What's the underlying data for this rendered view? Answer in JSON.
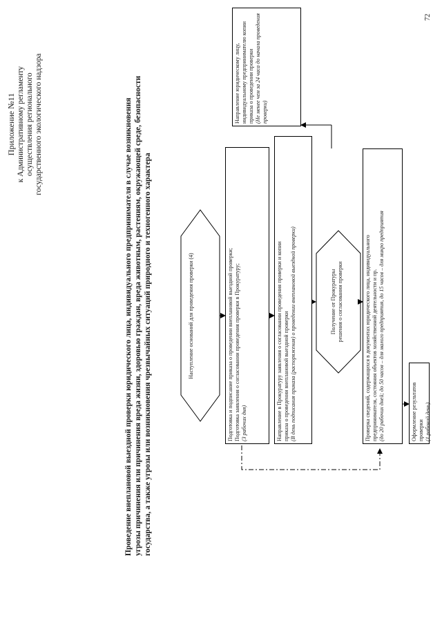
{
  "page_number": "72",
  "appendix": {
    "title": "Приложение №11",
    "lines": [
      "к Административному регламенту",
      "осуществления регионального",
      "государственного экологического надзора"
    ]
  },
  "heading": "Проведение внеплановой выездной проверки юридического лица, индивидуального предпринимателя в случае возникновения угрозы причинения или причинения вреда жизни, здоровью граждан, вреда животным, растениям, окружающей среде, безопасности государства, а также угрозы или возникновения чрезвычайных ситуаций природного и техногенного характера",
  "steps": {
    "start": "Наступление оснований для проведения проверки (4)",
    "prepare": {
      "line1": "Подготовка и подписание приказа о проведении внеплановой выездной проверки;",
      "line2": "Подготовка заявления о согласовании проведения проверки в Прокуратуру;",
      "term": "(3 рабочих дня)"
    },
    "send": {
      "line1": "Направление в Прокуратуру заявления о согласовании проведения проверки и копии",
      "line2": "приказа о проведении внеплановой выездной проверки",
      "term": "(В день подписания приказа (распоряжения) о проведении внеплановой выездной проверки)"
    },
    "decision": "Получение от Прокуратуры решения о согласовании проверки",
    "check": {
      "line1": "Проверка сведений, содержащихся в документах юридического лица, индивидуального",
      "line2": "предпринимателя, состояния объектов хозяйственной деятельности и пр.",
      "term": "(до 20 рабочих дней; до 50 часов – для малого предприятия, до 15 часов – для микро предприятия"
    },
    "notify": {
      "text": "Направление юридическому лицу, индивидуальному предпринимателю копии приказа о проведении проверки",
      "term": "(Не менее чем за 24 часа до начала проведения проверки)"
    },
    "result": {
      "text": "Оформление результатов проверки",
      "term": "(1 рабочий день)"
    }
  }
}
